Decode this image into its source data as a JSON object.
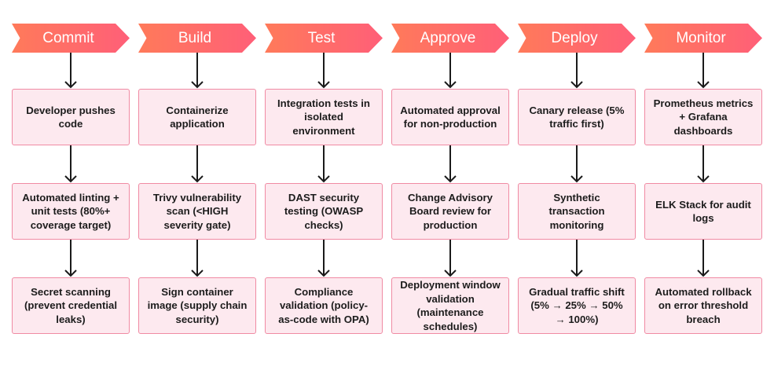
{
  "stages": [
    {
      "label": "Commit",
      "steps": [
        "Developer pushes code",
        "Automated linting + unit tests (80%+ coverage target)",
        "Secret scanning (prevent credential leaks)"
      ]
    },
    {
      "label": "Build",
      "steps": [
        "Containerize application",
        "Trivy vulnerability scan (<HIGH severity gate)",
        "Sign container image (supply chain security)"
      ]
    },
    {
      "label": "Test",
      "steps": [
        "Integration tests in isolated environment",
        "DAST security testing (OWASP checks)",
        "Compliance validation (policy-as-code with OPA)"
      ]
    },
    {
      "label": "Approve",
      "steps": [
        "Automated approval for non-production",
        "Change Advisory Board review for production",
        "Deployment window validation (maintenance schedules)"
      ]
    },
    {
      "label": "Deploy",
      "steps": [
        "Canary release (5% traffic first)",
        "Synthetic transaction monitoring",
        "Gradual traffic shift (5% → 25% → 50% → 100%)"
      ]
    },
    {
      "label": "Monitor",
      "steps": [
        "Prometheus metrics + Grafana dashboards",
        "ELK Stack for audit logs",
        "Automated rollback on error threshold breach"
      ]
    }
  ],
  "colors": {
    "header_start": "#ff7a5a",
    "header_end": "#ff5f78",
    "box_fill": "#fde9ef",
    "box_border": "#f08aa3",
    "arrow": "#1a1a1a"
  }
}
